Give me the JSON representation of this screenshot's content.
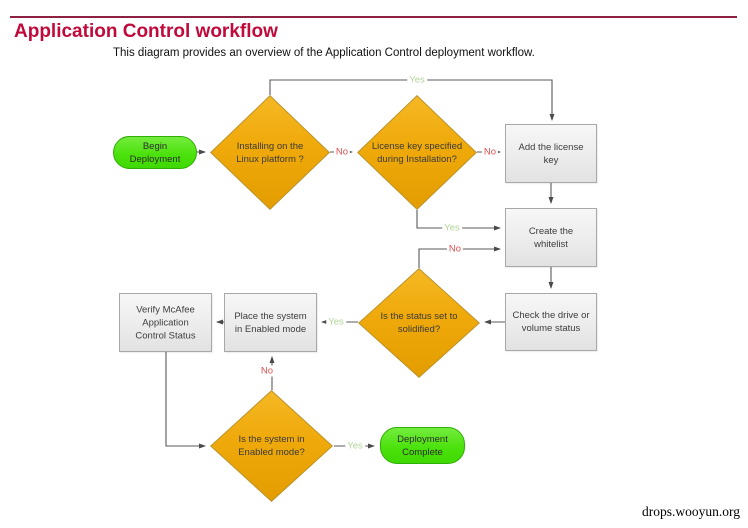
{
  "header": {
    "title": "Application Control workflow",
    "subtitle": "This diagram provides an overview of the Application Control deployment workflow."
  },
  "footer": {
    "watermark": "drops.wooyun.org"
  },
  "colors": {
    "title_red": "#c10a3c",
    "rule_maroon": "#8c2142",
    "diamond_gold": "#efa90a",
    "process_gray": "#ececec",
    "terminal_green": "#4ce20d",
    "connector_gray": "#595959",
    "yes_label_green": "#b2d598",
    "no_label_red": "#e05252"
  },
  "nodes": {
    "begin": {
      "label": "Begin\nDeployment"
    },
    "linux": {
      "label": "Installing on the\nLinux platform ?"
    },
    "license": {
      "label": "License key specified\nduring Installation?"
    },
    "add_key": {
      "label": "Add the license\nkey"
    },
    "whitelist": {
      "label": "Create the\nwhitelist"
    },
    "check_drive": {
      "label": "Check the drive or\nvolume status"
    },
    "solidified": {
      "label": "Is the status set to\nsolidified?"
    },
    "place_system": {
      "label": "Place the system\nin Enabled mode"
    },
    "verify": {
      "label": "Verify McAfee\nApplication\nControl Status"
    },
    "enabled": {
      "label": "Is the system in\nEnabled mode?"
    },
    "complete": {
      "label": "Deployment\nComplete"
    }
  },
  "edge_labels": {
    "linux_yes": "Yes",
    "linux_no": "No",
    "license_no": "No",
    "license_yes": "Yes",
    "solidified_no": "No",
    "solidified_yes": "Yes",
    "enabled_no": "No",
    "enabled_yes": "Yes"
  }
}
